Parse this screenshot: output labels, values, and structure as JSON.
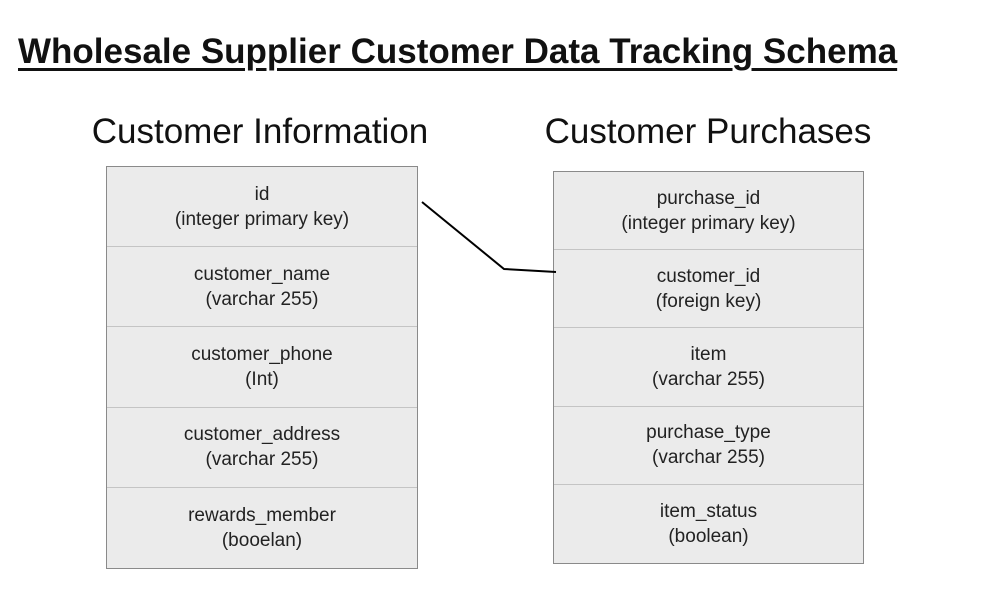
{
  "title": "Wholesale Supplier Customer Data Tracking Schema",
  "tables": [
    {
      "heading": "Customer Information",
      "fields": [
        {
          "name": "id",
          "type": "(integer primary key)"
        },
        {
          "name": "customer_name",
          "type": "(varchar 255)"
        },
        {
          "name": "customer_phone",
          "type": "(Int)"
        },
        {
          "name": "customer_address",
          "type": "(varchar 255)"
        },
        {
          "name": "rewards_member",
          "type": "(booelan)"
        }
      ]
    },
    {
      "heading": "Customer Purchases",
      "fields": [
        {
          "name": "purchase_id",
          "type": "(integer primary key)"
        },
        {
          "name": "customer_id",
          "type": "(foreign key)"
        },
        {
          "name": "item",
          "type": "(varchar 255)"
        },
        {
          "name": "purchase_type",
          "type": "(varchar 255)"
        },
        {
          "name": "item_status",
          "type": "(boolean)"
        }
      ]
    }
  ],
  "relationship": {
    "from": "Customer Information.id",
    "to": "Customer Purchases.customer_id"
  },
  "colors": {
    "table_fill": "#ebebeb",
    "table_border": "#8a8a8a",
    "row_divider": "#c4c4c4",
    "line": "#000000"
  }
}
